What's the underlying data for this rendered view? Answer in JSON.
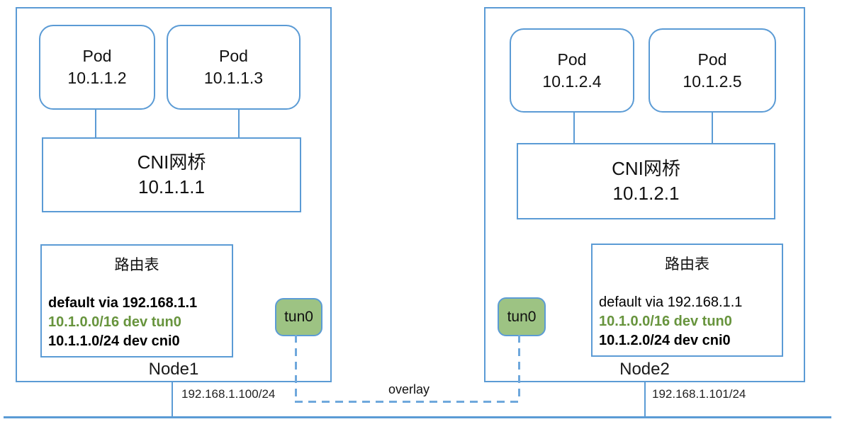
{
  "nodes": [
    {
      "label": "Node1",
      "interface_ip": "192.168.1.100/24",
      "pods": [
        {
          "name": "Pod",
          "ip": "10.1.1.2"
        },
        {
          "name": "Pod",
          "ip": "10.1.1.3"
        }
      ],
      "bridge": {
        "name": "CNI网桥",
        "ip": "10.1.1.1"
      },
      "route_table": {
        "title": "路由表",
        "routes": [
          {
            "text": "default via 192.168.1.1",
            "style": "bold-black"
          },
          {
            "text": "10.1.0.0/16 dev tun0",
            "style": "bold-green"
          },
          {
            "text": "10.1.1.0/24 dev cni0",
            "style": "bold-black"
          }
        ]
      },
      "tunnel_label": "tun0"
    },
    {
      "label": "Node2",
      "interface_ip": "192.168.1.101/24",
      "pods": [
        {
          "name": "Pod",
          "ip": "10.1.2.4"
        },
        {
          "name": "Pod",
          "ip": "10.1.2.5"
        }
      ],
      "bridge": {
        "name": "CNI网桥",
        "ip": "10.1.2.1"
      },
      "route_table": {
        "title": "路由表",
        "routes": [
          {
            "text": "default via 192.168.1.1",
            "style": "regular-black"
          },
          {
            "text": "10.1.0.0/16 dev tun0",
            "style": "bold-green"
          },
          {
            "text": "10.1.2.0/24 dev cni0",
            "style": "bold-black"
          }
        ]
      },
      "tunnel_label": "tun0"
    }
  ],
  "overlay_label": "overlay",
  "colors": {
    "line_blue": "#5B9BD5",
    "dash_blue": "#6FA8DC",
    "route_green": "#67943D",
    "tunnel_fill": "#9DC383"
  }
}
